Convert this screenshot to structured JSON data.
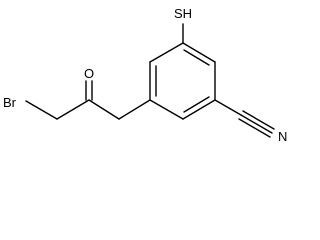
{
  "molecule": {
    "atoms": {
      "thiol": "SH",
      "carbonyl_oxygen": "O",
      "bromine": "Br",
      "nitrile_nitrogen": "N"
    }
  },
  "colors": {
    "bond": "#000000",
    "text": "#000000",
    "background": "#ffffff"
  }
}
